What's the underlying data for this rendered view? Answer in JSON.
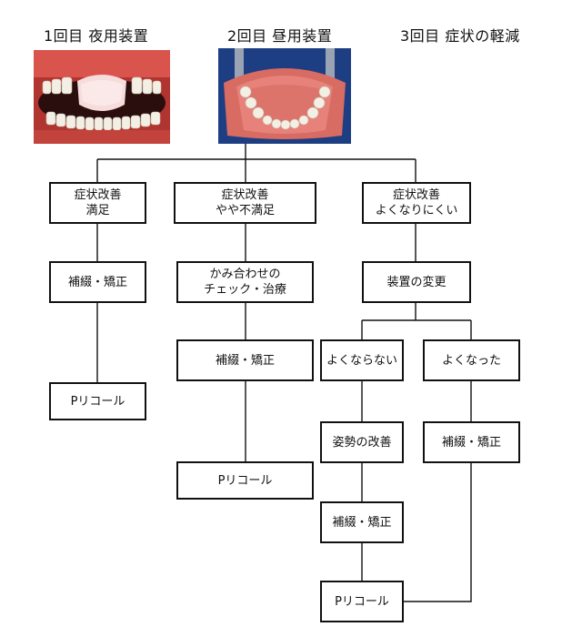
{
  "headings": {
    "first": "1回目 夜用装置",
    "second": "2回目 昼用装置",
    "third": "3回目 症状の軽減"
  },
  "photos": {
    "night_device": "night-appliance-photo",
    "day_device": "day-appliance-photo"
  },
  "branches": {
    "satisfied": {
      "status": [
        "症状改善",
        "満足"
      ],
      "step1": "補綴・矯正",
      "step2": "Pリコール"
    },
    "somewhat_unsatisfied": {
      "status": [
        "症状改善",
        "やや不満足"
      ],
      "step1": [
        "かみ合わせの",
        "チェック・治療"
      ],
      "step2": "補綴・矯正",
      "step3": "Pリコール"
    },
    "hard_to_improve": {
      "status": [
        "症状改善",
        "よくなりにくい"
      ],
      "step1": "装置の変更",
      "not_improved": {
        "label": "よくならない",
        "step1": "姿勢の改善",
        "step2": "補綴・矯正"
      },
      "improved": {
        "label": "よくなった",
        "step1": "補綴・矯正"
      },
      "final": "Pリコール"
    }
  },
  "colors": {
    "line": "#111111",
    "box_border": "#111111"
  }
}
